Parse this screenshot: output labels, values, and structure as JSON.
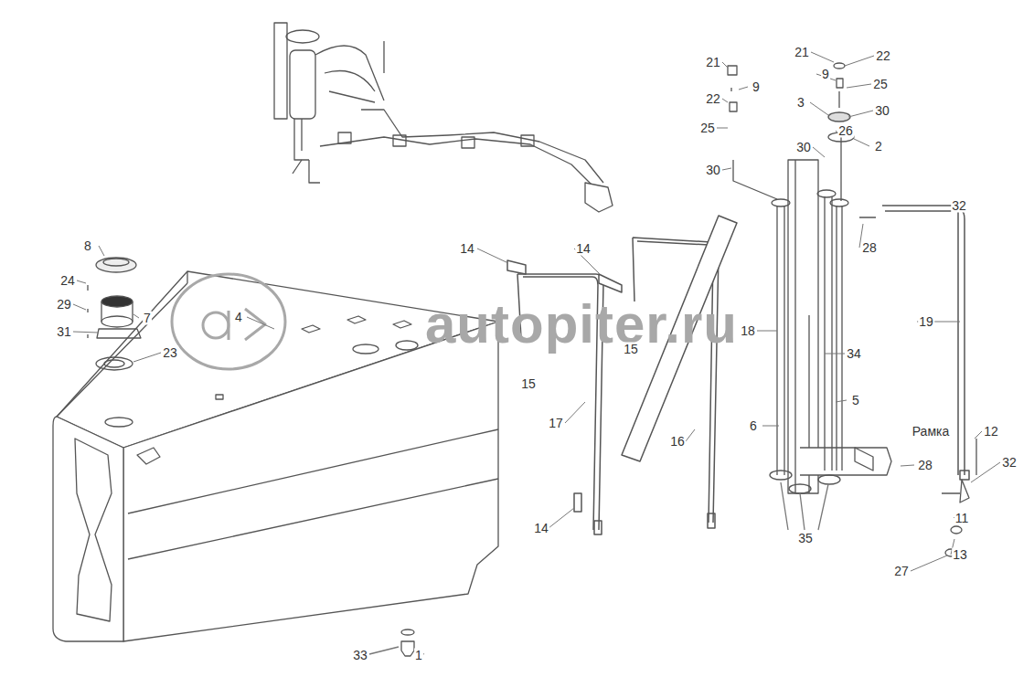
{
  "diagram": {
    "labels": [
      "21",
      "22",
      "9",
      "25",
      "30",
      "21",
      "22",
      "9",
      "25",
      "3",
      "30",
      "26",
      "30",
      "2",
      "32",
      "28",
      "8",
      "24",
      "29",
      "31",
      "7",
      "4",
      "23",
      "14",
      "14",
      "15",
      "15",
      "18",
      "17",
      "16",
      "14",
      "19",
      "34",
      "5",
      "6",
      "Рамка",
      "12",
      "28",
      "32",
      "11",
      "13",
      "27",
      "35",
      "33",
      "1",
      "autopiter.ru"
    ]
  }
}
